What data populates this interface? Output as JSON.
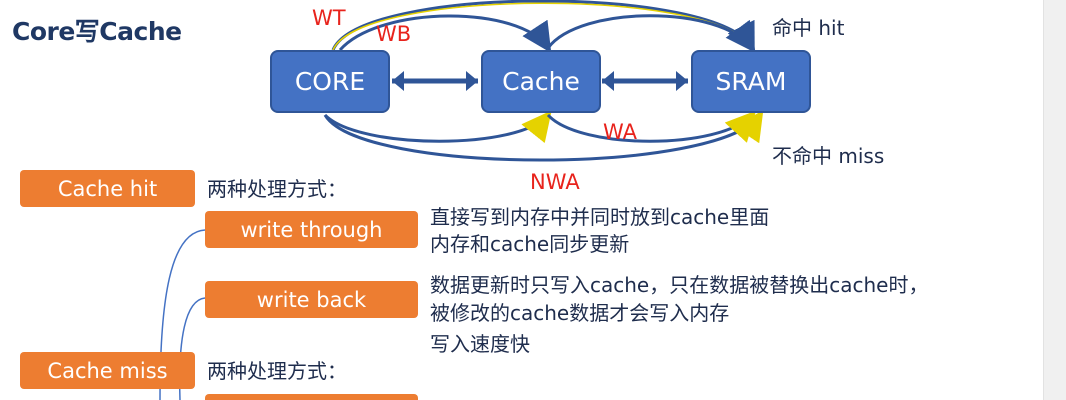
{
  "title": "Core写Cache",
  "diagram": {
    "boxes": {
      "core": "CORE",
      "cache": "Cache",
      "sram": "SRAM"
    },
    "labels": {
      "wt": "WT",
      "wb": "WB",
      "wa": "WA",
      "nwa": "NWA"
    },
    "hit_note": "命中 hit",
    "miss_note": "不命中 miss"
  },
  "tree": {
    "cache_hit": "Cache hit",
    "hit_methods": "两种处理方式：",
    "write_through": "write through",
    "write_through_desc": [
      "直接写到内存中并同时放到cache里面",
      "内存和cache同步更新"
    ],
    "write_back": "write back",
    "write_back_desc": [
      "数据更新时只写入cache，只在数据被替换出cache时，",
      "被修改的cache数据才会写入内存",
      "写入速度快"
    ],
    "cache_miss": "Cache miss",
    "miss_methods": "两种处理方式："
  },
  "colors": {
    "box": "#4472c4",
    "orange": "#ed7d31",
    "red": "#e8231c",
    "text": "#1f2d4d",
    "title": "#1f3864"
  }
}
